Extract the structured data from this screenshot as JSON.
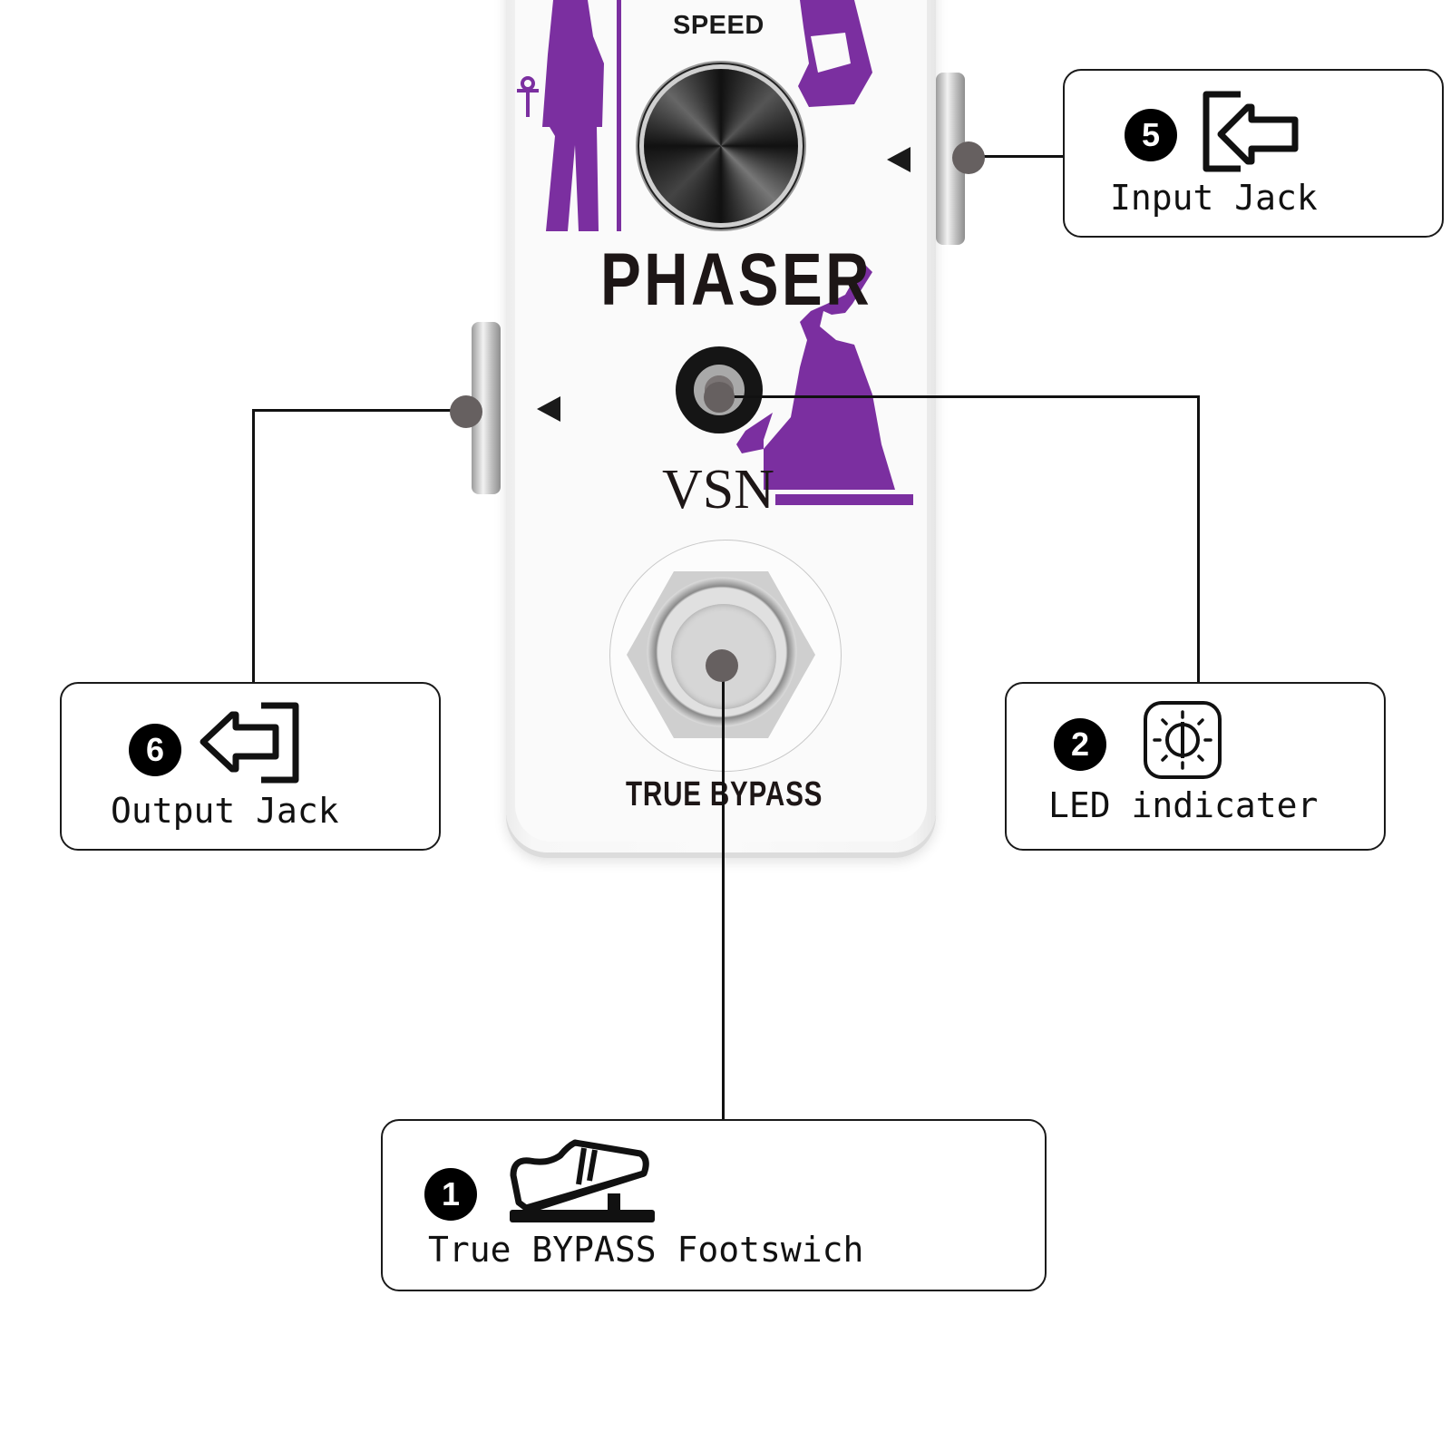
{
  "pedal": {
    "knob_label": "SPEED",
    "model_name": "PHASER",
    "brand": "VSN",
    "switch_label": "TRUE BYPASS",
    "accent_color": "#7b2fa0",
    "direction_icon": "triangle-left-icon"
  },
  "callouts": [
    {
      "number": "5",
      "icon": "input-jack-icon",
      "label": "Input Jack",
      "target": "input-jack"
    },
    {
      "number": "6",
      "icon": "output-jack-icon",
      "label": "Output Jack",
      "target": "output-jack"
    },
    {
      "number": "2",
      "icon": "led-bulb-icon",
      "label": "LED indicater",
      "target": "led-indicator"
    },
    {
      "number": "1",
      "icon": "foot-pedal-icon",
      "label": "True BYPASS Footswich",
      "target": "footswitch"
    }
  ]
}
